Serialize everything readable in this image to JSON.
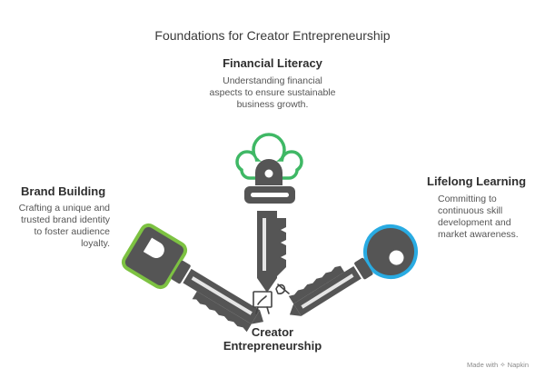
{
  "title": "Foundations for Creator Entrepreneurship",
  "center_label": "Creator Entrepreneurship",
  "footer": {
    "made_with": "Made with",
    "brand": "Napkin"
  },
  "keys": [
    {
      "id": "financial",
      "title": "Financial Literacy",
      "description": "Understanding financial aspects to ensure sustainable business growth.",
      "icon": "cloud-key-icon",
      "color": "#3fb865"
    },
    {
      "id": "brand",
      "title": "Brand Building",
      "description": "Crafting a unique and trusted brand identity to foster audience loyalty.",
      "icon": "square-key-icon",
      "color": "#7dc242"
    },
    {
      "id": "lifelong",
      "title": "Lifelong Learning",
      "description": "Committing to continuous skill development and market awareness.",
      "icon": "circle-key-icon",
      "color": "#29abe2"
    }
  ],
  "center_icon": "easel-brush-icon"
}
